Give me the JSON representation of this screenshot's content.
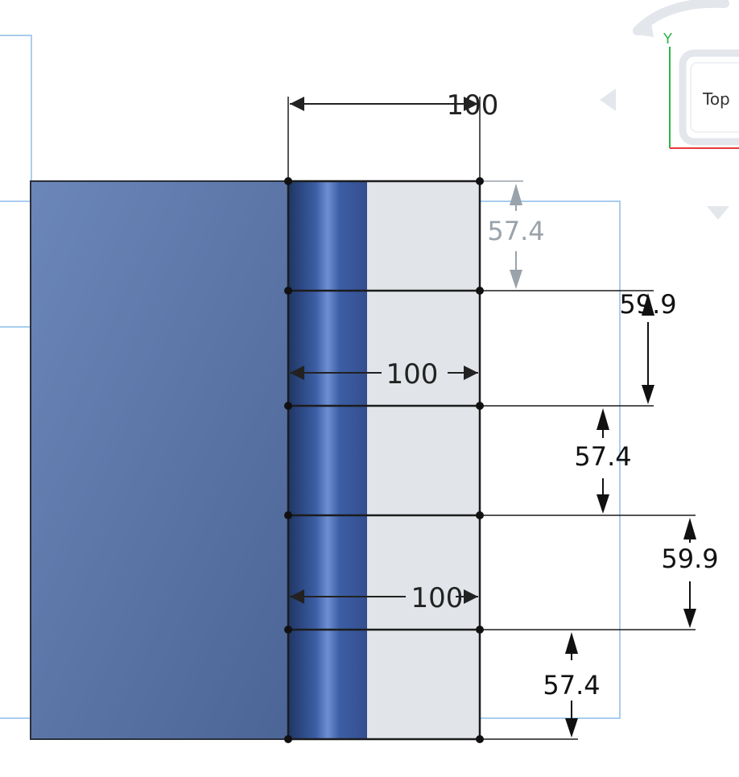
{
  "view_cube": {
    "face_label": "Top",
    "axis_label": "Y"
  },
  "dimensions": {
    "width_top": "100",
    "width_mid": "100",
    "width_bottom": "100",
    "h1": "57.4",
    "h2": "59.9",
    "h3": "57.4",
    "h4": "59.9",
    "h5": "57.4"
  },
  "colors": {
    "part_blue": "#5a76a6",
    "cylinder_blue": "#3b5c9c",
    "sketch_region": "#e1e4e8",
    "selection_outline": "#a9cdef",
    "axis_green": "#2fb54a",
    "axis_red": "#e63a3a",
    "dim_active": "#222222",
    "dim_inactive": "#9aa2ab"
  }
}
